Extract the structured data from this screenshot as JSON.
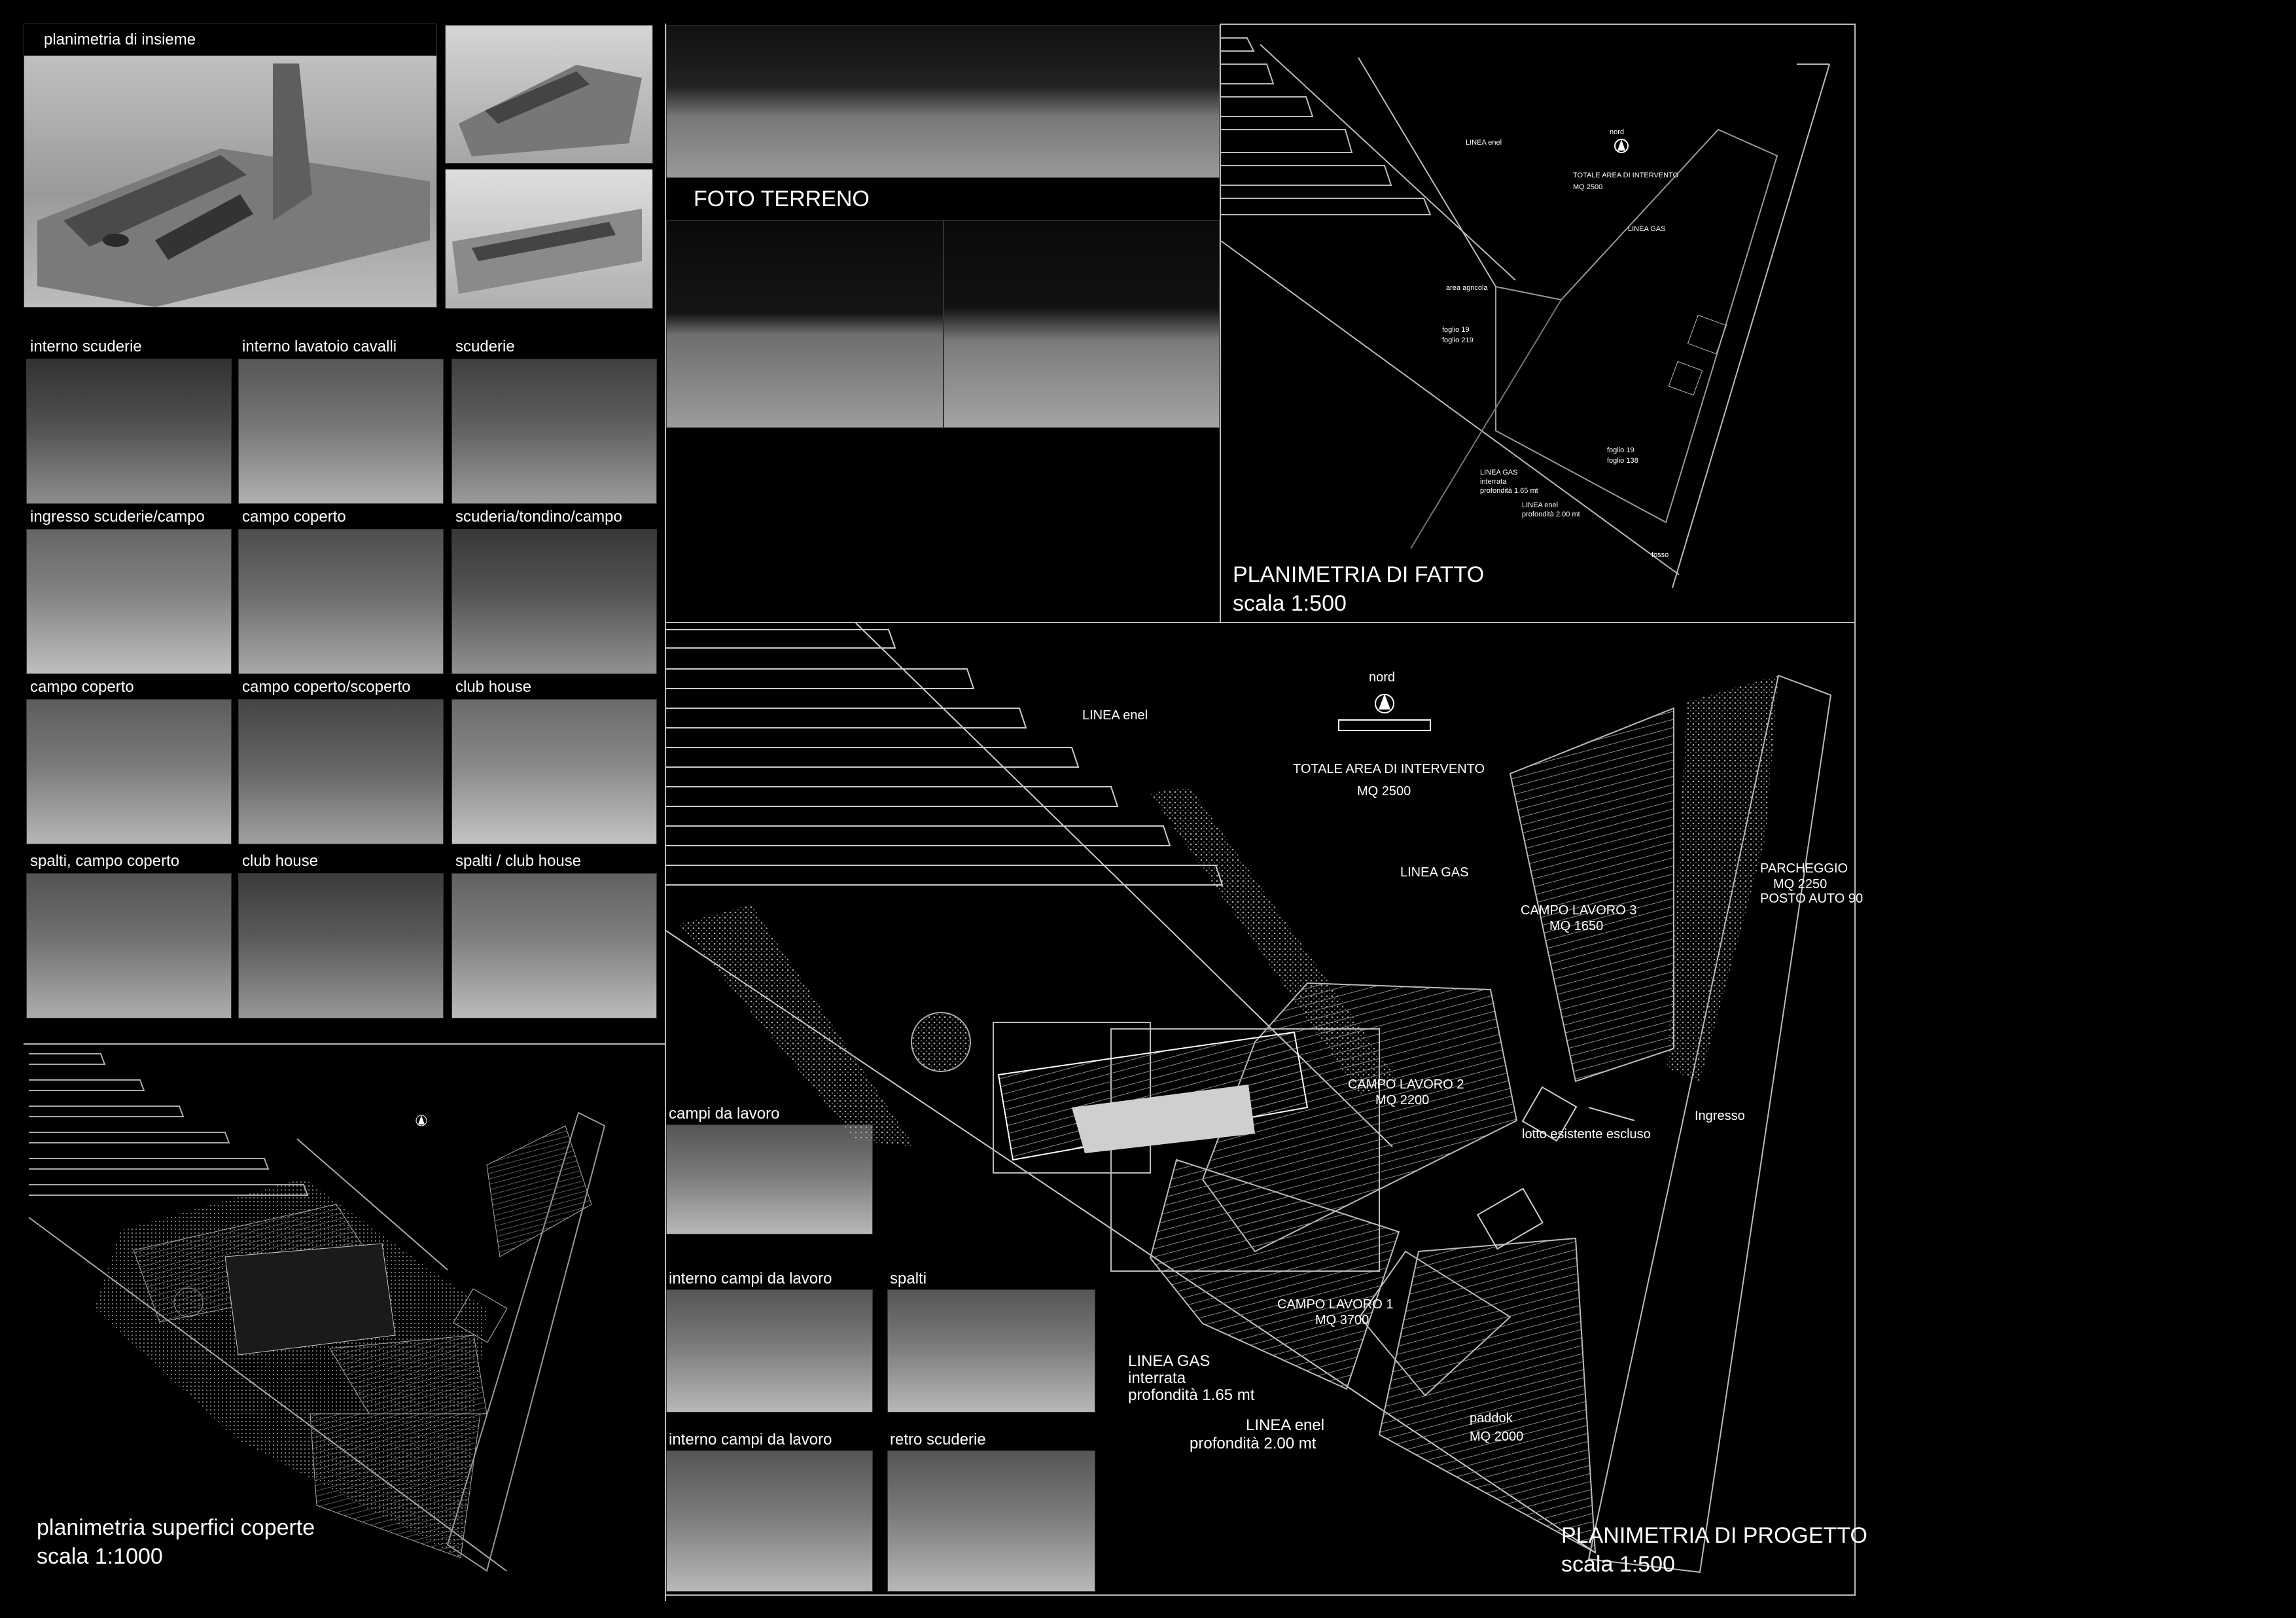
{
  "top_left": {
    "label": "planimetria di insieme"
  },
  "foto": {
    "label": "FOTO TERRENO"
  },
  "gallery": [
    {
      "label": "interno scuderie"
    },
    {
      "label": "interno lavatoio cavalli"
    },
    {
      "label": "scuderie"
    },
    {
      "label": "ingresso scuderie/campo"
    },
    {
      "label": "campo coperto"
    },
    {
      "label": "scuderia/tondino/campo"
    },
    {
      "label": "campo coperto"
    },
    {
      "label": "campo coperto/scoperto"
    },
    {
      "label": "club house"
    },
    {
      "label": "spalti, campo coperto"
    },
    {
      "label": "club house"
    },
    {
      "label": "spalti / club house"
    }
  ],
  "small_gallery": [
    {
      "label": "campi da lavoro"
    },
    {
      "label": "interno campi da lavoro"
    },
    {
      "label": "spalti"
    },
    {
      "label": "interno campi da lavoro"
    },
    {
      "label": "retro scuderie"
    }
  ],
  "fatto": {
    "title": "PLANIMETRIA DI FATTO",
    "scale": "scala 1:500",
    "north": "nord",
    "linea_enel": "LINEA enel",
    "totale": "TOTALE AREA DI INTERVENTO",
    "mq": "MQ 2500",
    "linea_gas": "LINEA GAS",
    "foglio1": "foglio 19",
    "foglio1b": "foglio 219",
    "area_agricola": "area agricola",
    "foglio2": "foglio 19",
    "foglio2b": "foglio 138",
    "gas_note1": "LINEA GAS",
    "gas_note2": "interrata",
    "gas_note3": "profondità 1.65 mt",
    "enel_note1": "LINEA enel",
    "enel_note2": "profondità 2.00 mt",
    "fosso": "fosso"
  },
  "progetto": {
    "title": "PLANIMETRIA DI PROGETTO",
    "scale": "scala 1:500",
    "north": "nord",
    "linea_enel": "LINEA enel",
    "totale": "TOTALE AREA DI INTERVENTO",
    "mq": "MQ 2500",
    "linea_gas": "LINEA GAS",
    "parcheggio": "PARCHEGGIO",
    "parcheggio_mq": "MQ 2250",
    "posto_auto": "POSTO AUTO 90",
    "campo3": "CAMPO LAVORO 3",
    "campo3_mq": "MQ 1650",
    "campo2": "CAMPO LAVORO 2",
    "campo2_mq": "MQ 2200",
    "lotto": "lotto esistente escluso",
    "ingresso": "Ingresso",
    "campo1": "CAMPO LAVORO 1",
    "campo1_mq": "MQ 3700",
    "paddok": "paddok",
    "paddok_mq": "MQ 2000",
    "gas1": "LINEA GAS",
    "gas2": "interrata",
    "gas3": "profondità 1.65 mt",
    "enel1": "LINEA enel",
    "enel2": "profondità 2.00 mt"
  },
  "superfici": {
    "title": "planimetria superfici coperte",
    "scale": "scala 1:1000"
  }
}
